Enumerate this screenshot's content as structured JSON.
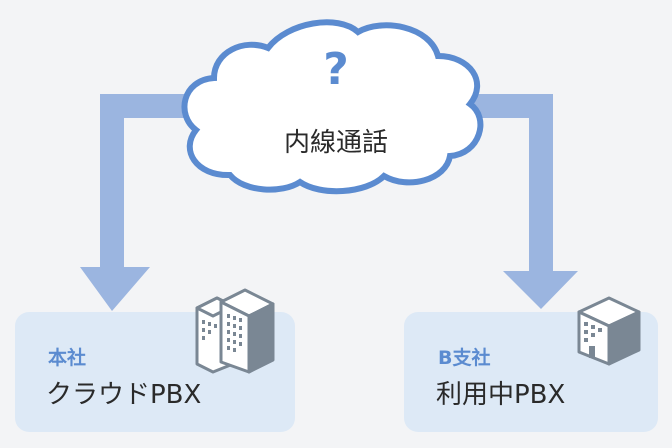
{
  "colors": {
    "background": "#f3f4f6",
    "arrow": "#9bb5e0",
    "cloud_stroke": "#5b8bd0",
    "card": "#dde9f6",
    "office_label": "#5b8bd0",
    "text": "#2a2a2a",
    "building": "#7a8794"
  },
  "cloud": {
    "icon": "question-mark-icon",
    "question_mark": "?",
    "label": "内線通話"
  },
  "nodes": [
    {
      "office": "本社",
      "system": "クラウドPBX",
      "icon": "office-buildings-icon"
    },
    {
      "office": "B支社",
      "system": "利用中PBX",
      "icon": "office-building-icon"
    }
  ]
}
